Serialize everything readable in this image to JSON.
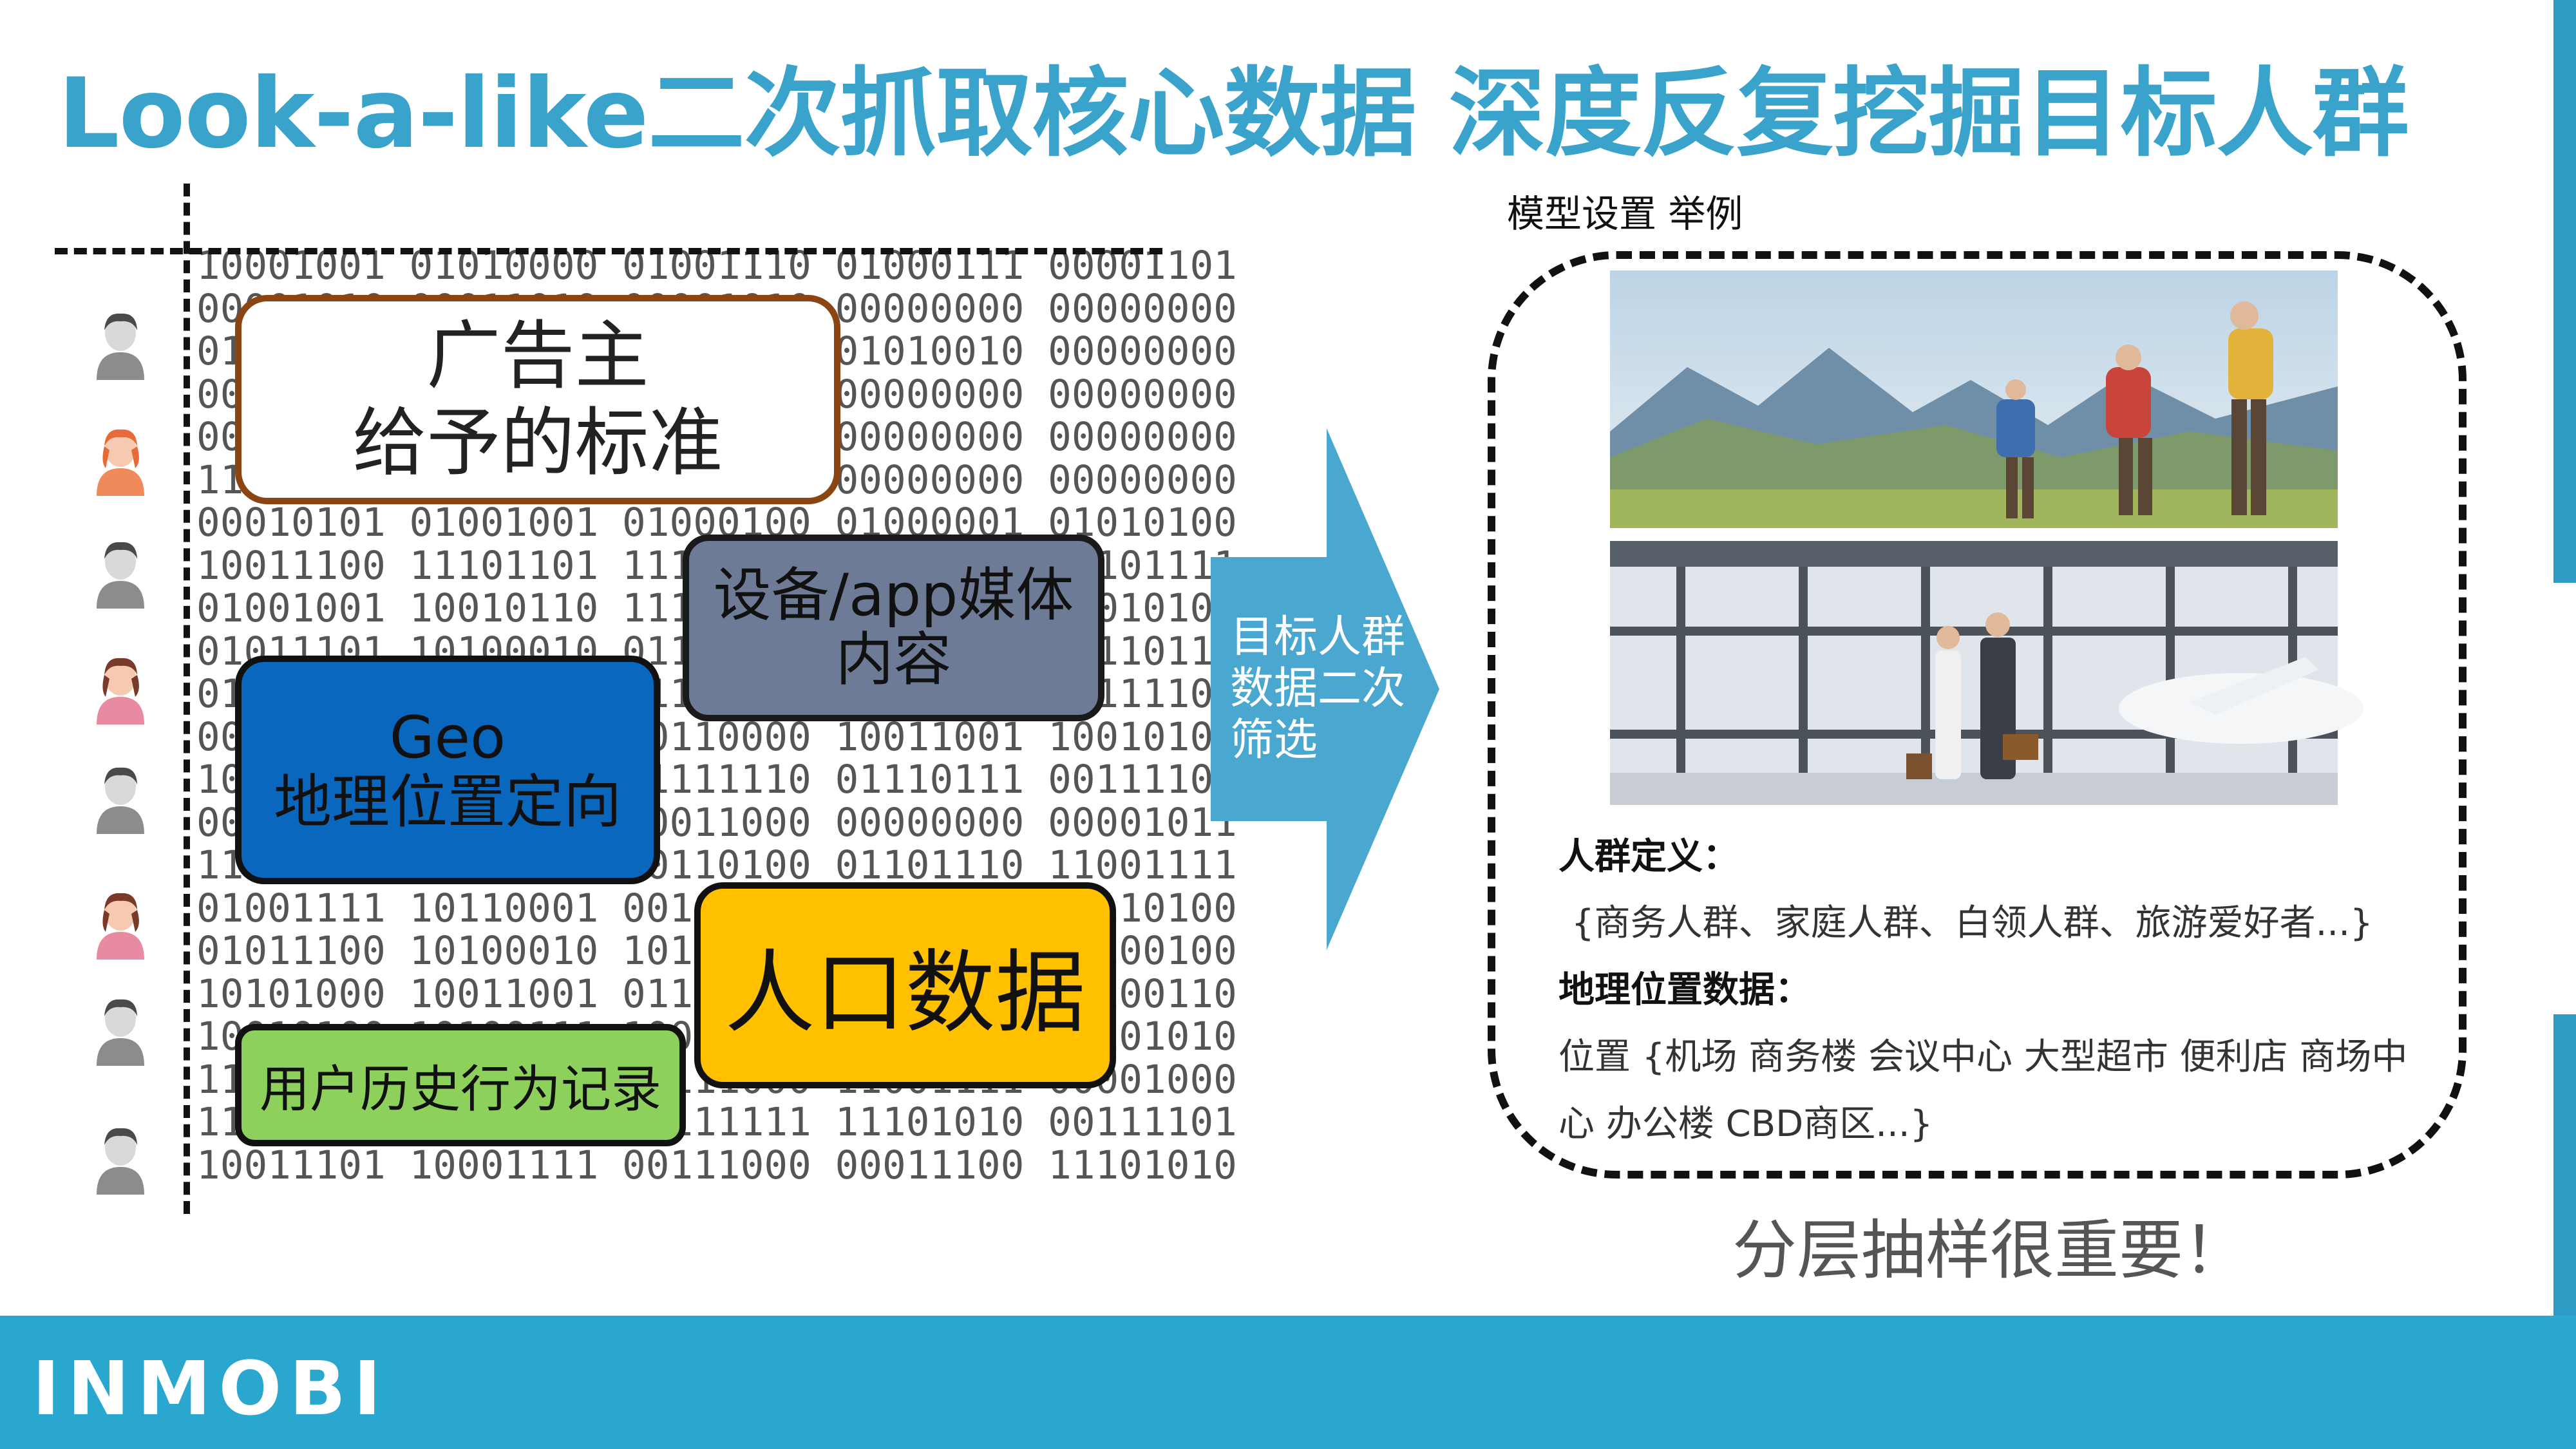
{
  "title": "Look-a-like二次抓取核心数据 深度反复挖掘目标人群",
  "binary_rows": [
    "10001001 01010000 01001110 01000111 00001101",
    "00001010 00011010 00001010 00000000 00000000",
    "01000011 01001001 01001000 01010010 00000000",
    "00011010 00001010 00000000 00000000 00000000",
    "00010000 00001101 00000000 00000000 00000000",
    "11110000 11011000 00000000 00000000 00000000",
    "00010101 01001001 01000100 01000001 01010100",
    "10011100 11101101 11110010 10010101 11101111",
    "01001001 10010110 11100101 00011010 10010101",
    "01011101 10100010 01100011 10100111 10110110",
    "01100011 11000101 11110011 00011001 00111101",
    "00000111 01101101 00110000 10011001 10010101",
    "10010110 00010011 01111110 01110111 00111100",
    "00100101 10001010 00011000 00000000 00001011",
    "11001010 10000011 00110100 01101110 11001111",
    "01001111 10110001 00100111 00011011 01110100",
    "01011100 10100010 10101110 11000011 01100100",
    "10101000 10011001 01111011 00101111 11100110",
    "10010100 10100111 10001100 00011010 00101010",
    "11000011 11000110 11111000 11001111 00001000",
    "11100001 01100100 00111111 11101010 00111101",
    "10011101 10001111 00111000 00011100 11101010"
  ],
  "boxes": {
    "advertiser": [
      "广告主",
      "给予的标准"
    ],
    "device": [
      "设备/app媒体",
      "内容"
    ],
    "geo": [
      "Geo",
      "地理位置定向"
    ],
    "demographic": "人口数据",
    "history": "用户历史行为记录"
  },
  "arrow_label": [
    "目标人群",
    "数据二次",
    "筛选"
  ],
  "example": {
    "label": "模型设置 举例",
    "crowd_heading": "人群定义：",
    "crowd_values": "{商务人群、家庭人群、白领人群、旅游爱好者...}",
    "geo_heading": "地理位置数据：",
    "geo_values_line1": "位置 {机场 商务楼 会议中心 大型超市 便利店 商场中",
    "geo_values_line2": "心 办公楼 CBD商区...}"
  },
  "note": "分层抽样很重要！",
  "footer": {
    "logo": "INMOBI"
  },
  "colors": {
    "title": "#3aa3cc",
    "arrow": "#4aa8d0",
    "footer": "#2aa7cf",
    "advertiser_border": "#8b4513",
    "device_fill": "#6e7b96",
    "geo_fill": "#0a67be",
    "demographic_fill": "#ffc000",
    "history_fill": "#8ed05c"
  },
  "icons": [
    "male-user-icon",
    "female-user-icon",
    "male-user-icon",
    "female-user-icon",
    "male-user-icon",
    "female-user-icon",
    "male-user-icon",
    "male-user-icon"
  ]
}
